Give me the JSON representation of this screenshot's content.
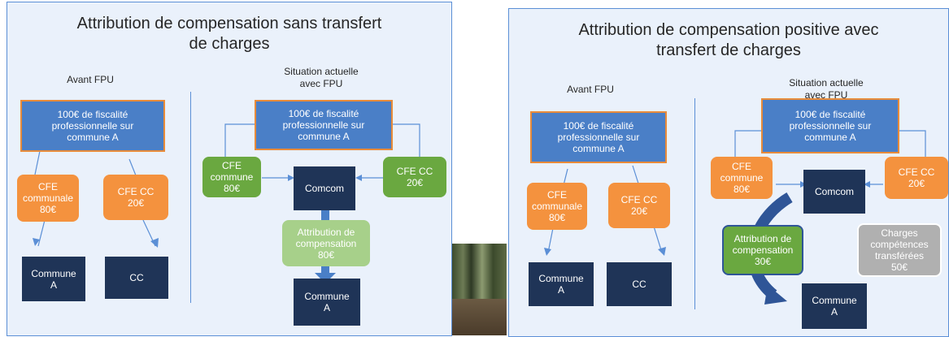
{
  "left": {
    "title": "Attribution de compensation sans transfert\nde charges",
    "before_label": "Avant FPU",
    "after_label": "Situation actuelle\navec FPU",
    "before": {
      "fiscalite": "100€ de fiscalité\nprofessionnelle sur\ncommune A",
      "cfe_communale": "CFE\ncommunale\n80€",
      "cfe_cc": "CFE CC\n20€",
      "commune_a": "Commune\nA",
      "cc": "CC"
    },
    "after": {
      "fiscalite": "100€ de fiscalité\nprofessionnelle sur\ncommune A",
      "cfe_commune": "CFE\ncommune\n80€",
      "cfe_cc": "CFE CC\n20€",
      "comcom": "Comcom",
      "attribution": "Attribution de\ncompensation\n80€",
      "commune_a": "Commune\nA"
    }
  },
  "right": {
    "title": "Attribution de compensation positive avec\ntransfert de charges",
    "before_label": "Avant FPU",
    "after_label": "Situation actuelle\navec FPU",
    "before": {
      "fiscalite": "100€ de fiscalité\nprofessionnelle sur\ncommune A",
      "cfe_communale": "CFE\ncommunale\n80€",
      "cfe_cc": "CFE CC\n20€",
      "commune_a": "Commune\nA",
      "cc": "CC"
    },
    "after": {
      "fiscalite": "100€ de fiscalité\nprofessionnelle sur\ncommune A",
      "cfe_commune": "CFE\ncommune\n80€",
      "cfe_cc": "CFE CC\n20€",
      "comcom": "Comcom",
      "attribution": "Attribution de\ncompensation\n30€",
      "charges": "Charges\ncompétences\ntransférées\n50€",
      "commune_a": "Commune\nA"
    }
  },
  "colors": {
    "panel_bg": "#eaf1fb",
    "blue_box": "#4a7fc7",
    "orange_box": "#f4923e",
    "navy_box": "#1f3457",
    "green_box": "#6aa840",
    "light_green_box": "#a7d08a",
    "gray_box": "#b0b0b0"
  }
}
